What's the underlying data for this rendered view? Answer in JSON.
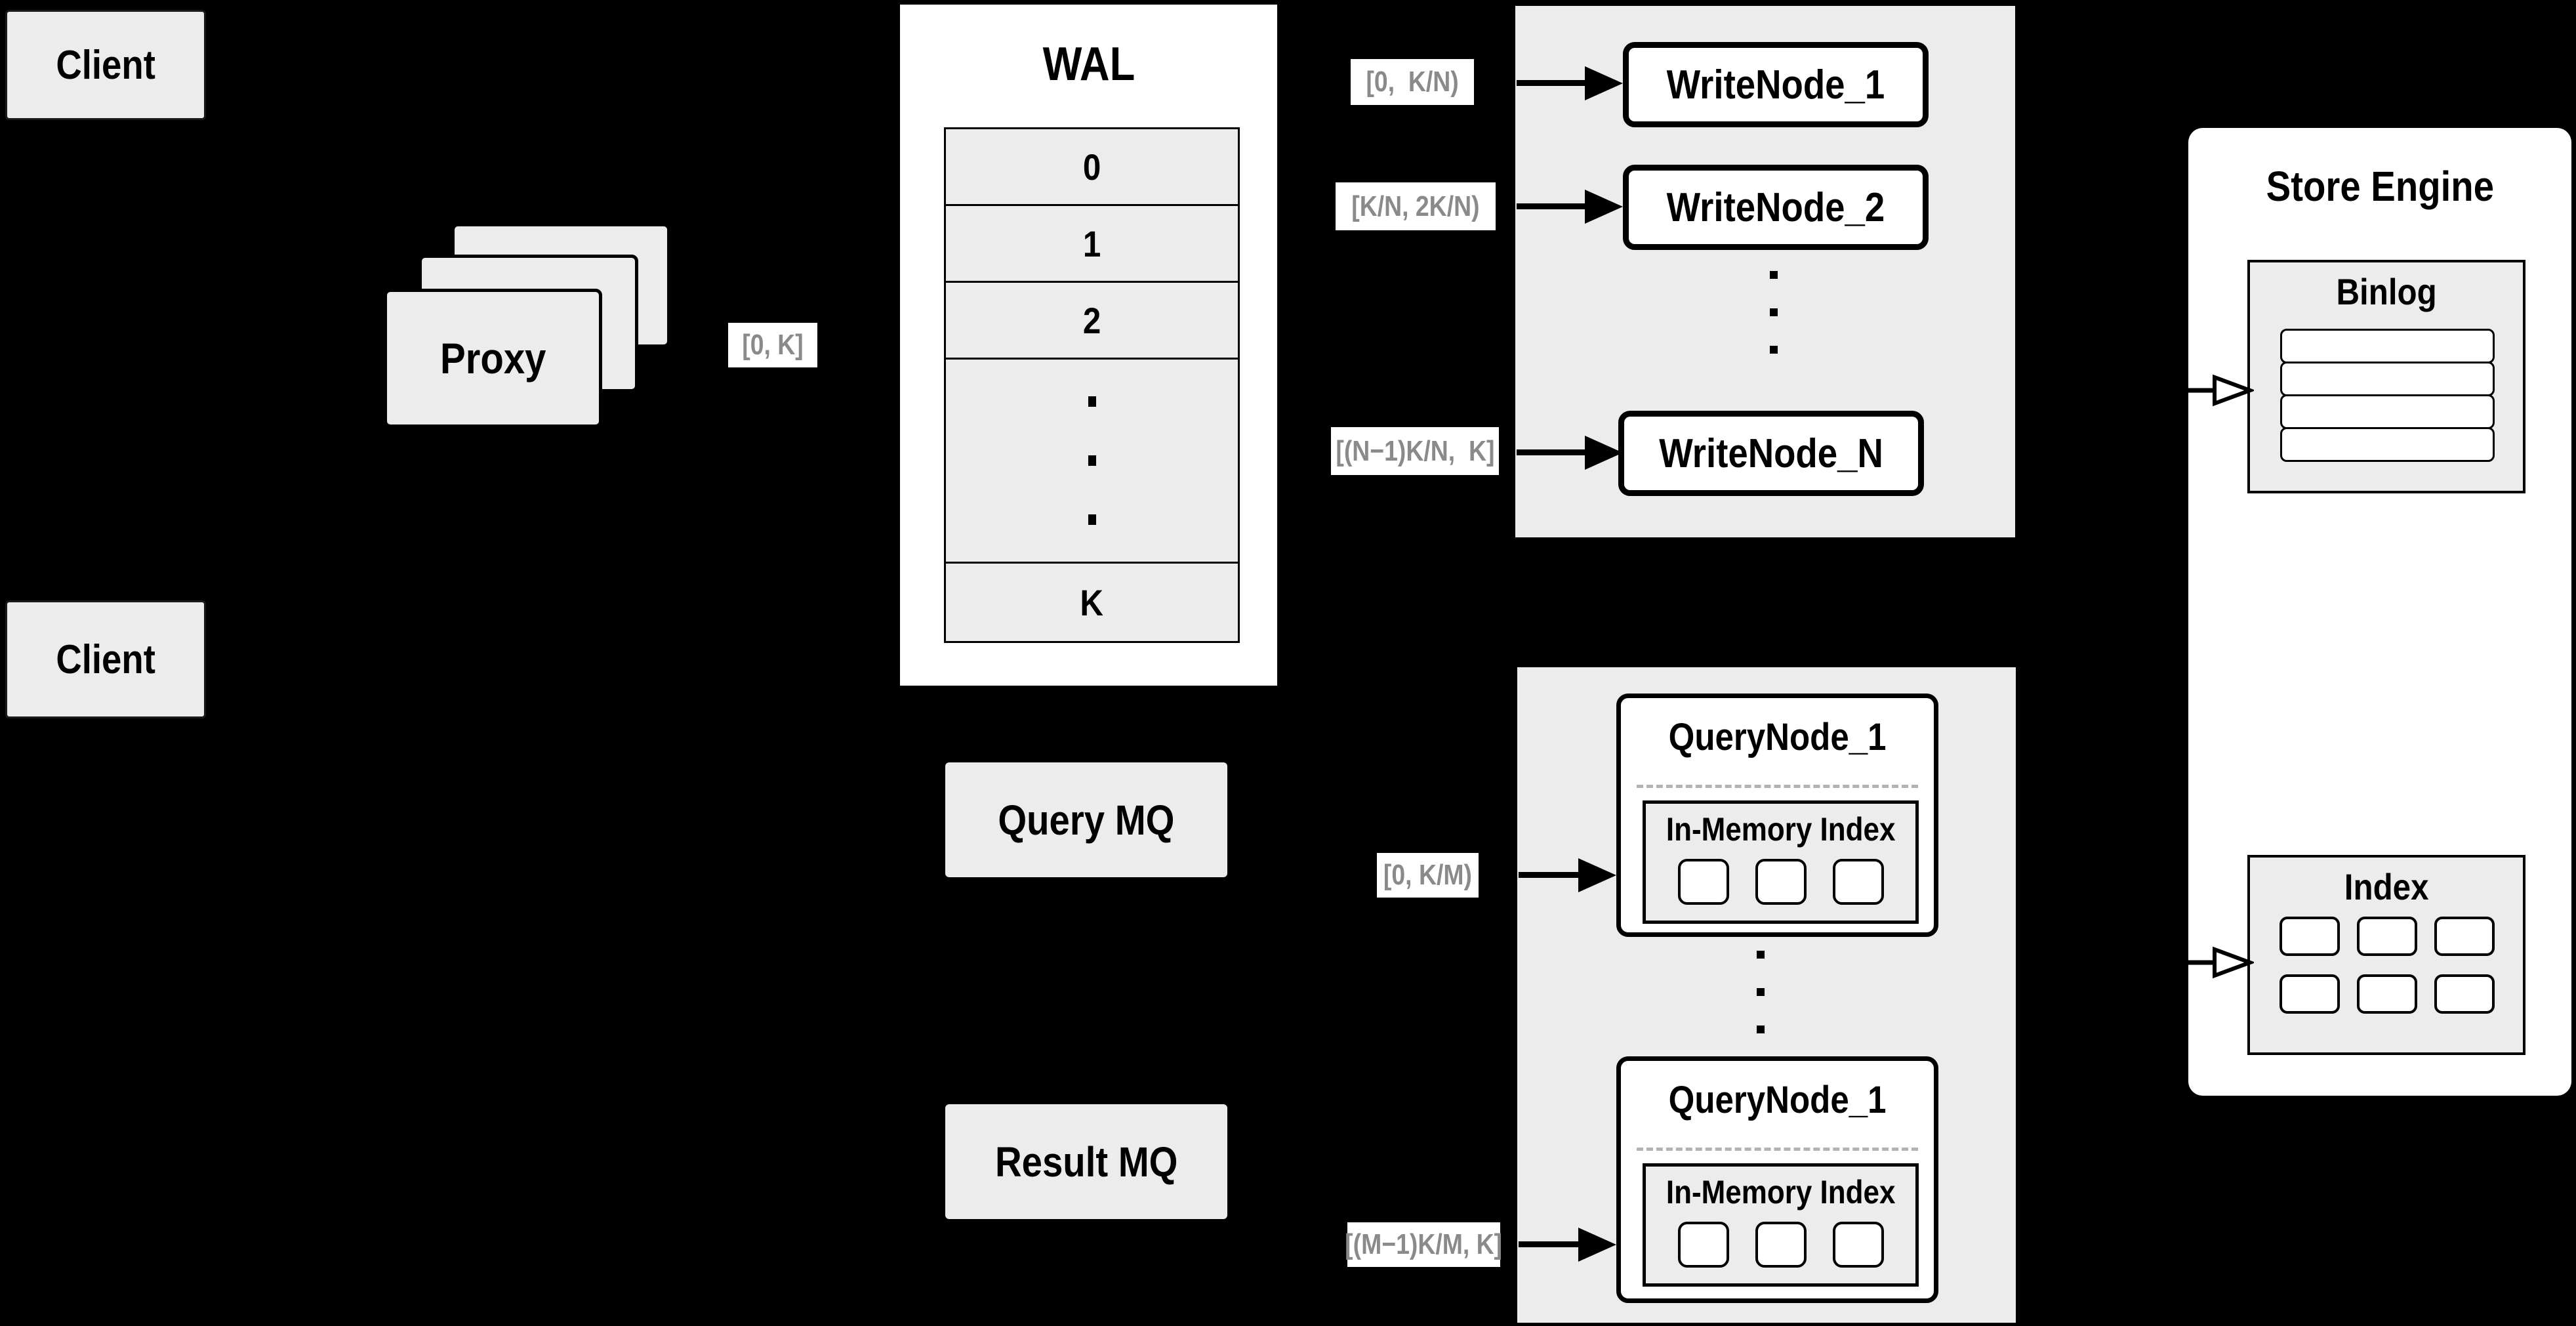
{
  "palette": {
    "background": "#000000",
    "box_fill": "#ececec",
    "node_fill": "#ffffff",
    "border": "#000000",
    "range_text": "#8a8a8a",
    "dashed_divider": "#b3b3b3"
  },
  "clients": {
    "top": "Client",
    "bottom": "Client"
  },
  "proxy": {
    "label": "Proxy"
  },
  "wal": {
    "title": "WAL",
    "rows": [
      "0",
      "1",
      "2"
    ],
    "last_row": "K",
    "dot_count": 3
  },
  "ingest_labels": {
    "proxy_range": "[0, K]",
    "node1": "[0,  K/N)",
    "node2": "[K/N, 2K/N)",
    "nodeN": "[(N−1)K/N,  K]"
  },
  "write_group": {
    "node1": "WriteNode_1",
    "node2": "WriteNode_2",
    "nodeN": "WriteNode_N",
    "dot_count": 3
  },
  "store_engine": {
    "title": "Store Engine",
    "binlog": {
      "title": "Binlog",
      "row_count": 4
    },
    "index": {
      "title": "Index",
      "cell_cols": 3
    }
  },
  "mq": {
    "query": "Query MQ",
    "result": "Result MQ"
  },
  "query_group": {
    "dot_count": 3,
    "node1": {
      "title": "QueryNode_1",
      "inner_title": "In-Memory Index",
      "cell_count": 3
    },
    "node2": {
      "title": "QueryNode_1",
      "inner_title": "In-Memory Index",
      "cell_count": 3
    }
  },
  "query_labels": {
    "node1": "[0, K/M)",
    "node2": "[(M−1)K/M, K]"
  }
}
